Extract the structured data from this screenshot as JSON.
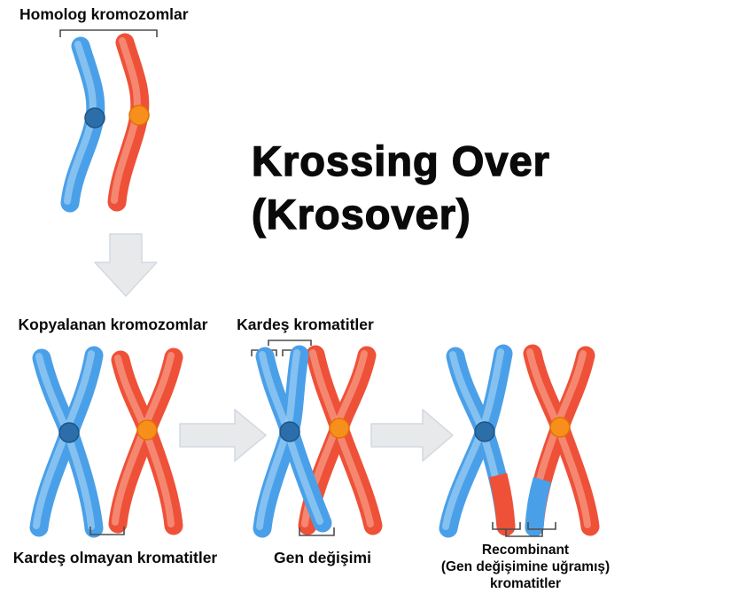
{
  "title": {
    "line1": "Krossing Over",
    "line2": "(Krosover)"
  },
  "stages": {
    "homolog": {
      "label": "Homolog kromozomlar"
    },
    "copied": {
      "label": "Kopyalanan kromozomlar"
    },
    "sister": {
      "label": "Kardeş kromatitler"
    },
    "non_sister": {
      "label": "Kardeş olmayan kromatitler"
    },
    "gene_exchange": {
      "label": "Gen değişimi"
    },
    "recombinant": {
      "line1": "Recombinant",
      "line2": "(Gen değişimine uğramış)",
      "line3": "kromatitler"
    }
  },
  "icons": {
    "down_arrow": "arrow-down-icon",
    "right_arrow_1": "arrow-right-icon",
    "right_arrow_2": "arrow-right-icon"
  },
  "colors": {
    "blue": "#4aa0e8",
    "blue_highlight": "#a8d5f7",
    "blue_centromere": "#2c6ea9",
    "red": "#ee5138",
    "red_highlight": "#f9a894",
    "orange_centromere": "#f78f1d",
    "arrow_fill": "#e7e9eb",
    "arrow_border": "#d2d9e2",
    "bracket": "#4d4d4d",
    "text": "#0a0a0a",
    "background": "#ffffff"
  }
}
